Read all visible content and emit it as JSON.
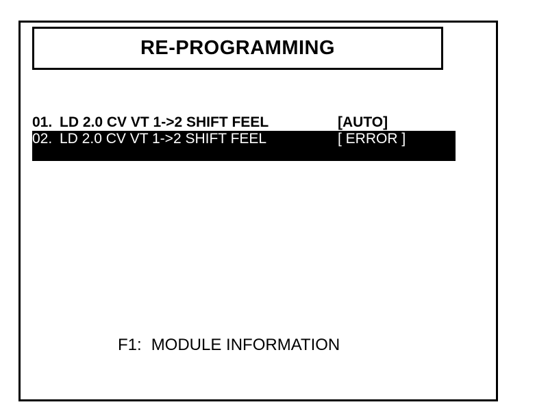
{
  "screen": {
    "title": "RE-PROGRAMMING"
  },
  "items": [
    {
      "number": "01.",
      "description": "LD 2.0 CV VT 1->2 SHIFT FEEL",
      "status": "[AUTO]",
      "selected": false
    },
    {
      "number": "02.",
      "description": "LD 2.0 CV VT 1->2 SHIFT FEEL",
      "status": "[ ERROR ]",
      "selected": true
    }
  ],
  "function_keys": {
    "f1_key": "F1:",
    "f1_label": "MODULE INFORMATION"
  },
  "colors": {
    "background": "#ffffff",
    "foreground": "#000000",
    "highlight_background": "#000000",
    "highlight_text": "#ffffff"
  }
}
